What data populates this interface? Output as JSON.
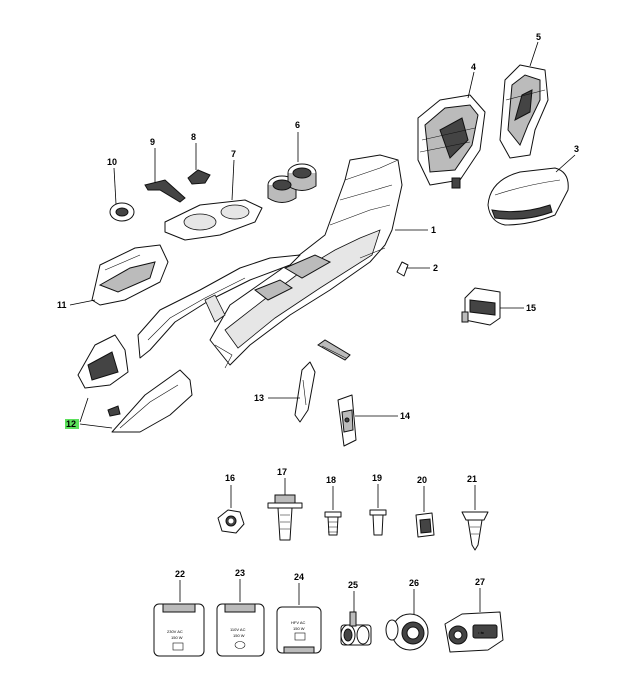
{
  "callouts": {
    "c1": "1",
    "c2": "2",
    "c3": "3",
    "c4": "4",
    "c5": "5",
    "c6": "6",
    "c7": "7",
    "c8": "8",
    "c9": "9",
    "c10": "10",
    "c11": "11",
    "c12": "12",
    "c13": "13",
    "c14": "14",
    "c15": "15",
    "c16": "16",
    "c17": "17",
    "c18": "18",
    "c19": "19",
    "c20": "20",
    "c21": "21",
    "c22": "22",
    "c23": "23",
    "c24": "24",
    "c25": "25",
    "c26": "26",
    "c27": "27"
  },
  "highlight_color": "#5be05b",
  "outlet_labels": {
    "p22": "230V AC\n150 W",
    "p23": "110V AC\n150 W",
    "p24": "HFV AC\n150 W"
  }
}
